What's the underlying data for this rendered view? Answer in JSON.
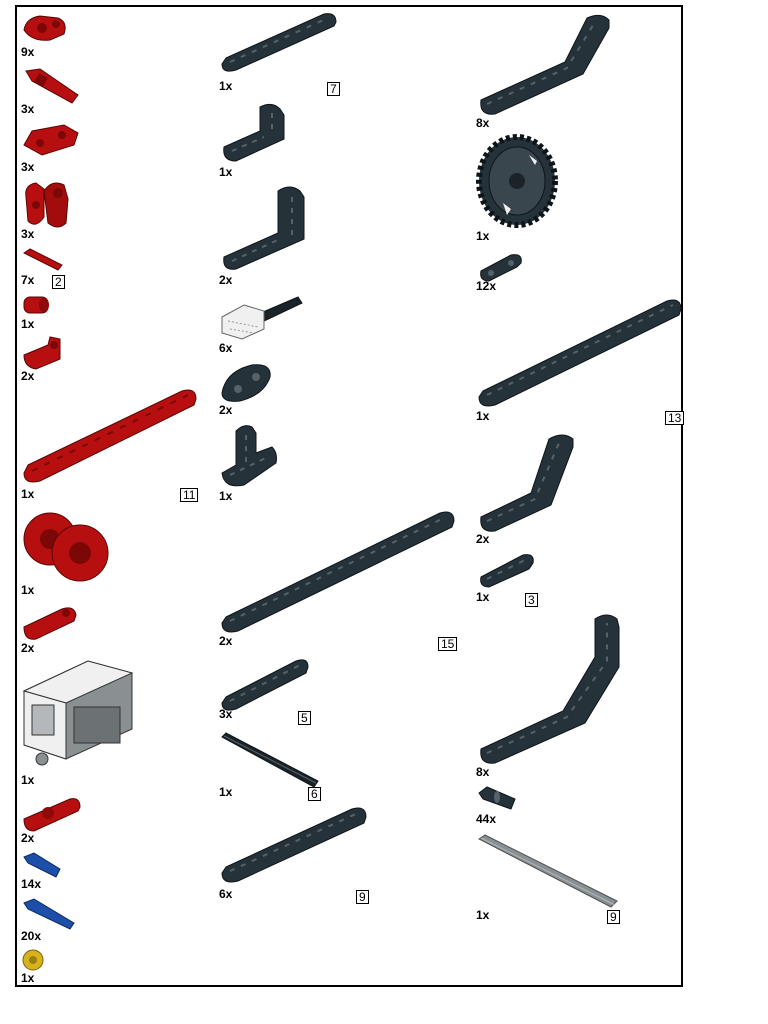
{
  "colors": {
    "red": "#b70f0f",
    "red_dark": "#7d0707",
    "dark_gray": "#26323a",
    "dark_gray_edge": "#0e1519",
    "blue": "#1e4fa8",
    "yellow": "#d8b21c",
    "light_gray": "#8a8f92",
    "white": "#f0f0f0"
  },
  "column_left": [
    {
      "qty": "9x",
      "icon": "cross-block-icon"
    },
    {
      "qty": "3x",
      "icon": "axle-pin-icon"
    },
    {
      "qty": "3x",
      "icon": "double-cross-block-icon"
    },
    {
      "qty": "3x",
      "icon": "perpendicular-connector-icon"
    },
    {
      "qty": "7x",
      "icon": "axle-icon",
      "length": "2"
    },
    {
      "qty": "1x",
      "icon": "bush-icon"
    },
    {
      "qty": "2x",
      "icon": "angle-connector-icon"
    },
    {
      "qty": "1x",
      "icon": "red-beam-icon",
      "length": "11"
    },
    {
      "qty": "1x",
      "icon": "wheel-hub-icon"
    },
    {
      "qty": "2x",
      "icon": "axle-pin-connector-icon"
    },
    {
      "qty": "1x",
      "icon": "motor-icon"
    },
    {
      "qty": "2x",
      "icon": "pin-connector-icon"
    },
    {
      "qty": "14x",
      "icon": "blue-pin-icon"
    },
    {
      "qty": "20x",
      "icon": "long-blue-pin-icon"
    },
    {
      "qty": "1x",
      "icon": "yellow-bush-icon"
    }
  ],
  "column_middle": [
    {
      "qty": "1x",
      "icon": "beam-icon",
      "length": "7"
    },
    {
      "qty": "1x",
      "icon": "angle-beam-small-icon"
    },
    {
      "qty": "2x",
      "icon": "angle-beam-icon"
    },
    {
      "qty": "6x",
      "icon": "cable-connector-icon"
    },
    {
      "qty": "2x",
      "icon": "panel-icon"
    },
    {
      "qty": "1x",
      "icon": "t-beam-icon"
    },
    {
      "qty": "2x",
      "icon": "long-beam-icon",
      "length": "15"
    },
    {
      "qty": "3x",
      "icon": "short-beam-icon",
      "length": "5"
    },
    {
      "qty": "1x",
      "icon": "axle-icon",
      "length": "6"
    },
    {
      "qty": "6x",
      "icon": "beam-icon",
      "length": "9"
    }
  ],
  "column_right": [
    {
      "qty": "8x",
      "icon": "bent-beam-icon"
    },
    {
      "qty": "1x",
      "icon": "gear-icon"
    },
    {
      "qty": "12x",
      "icon": "small-beam-icon"
    },
    {
      "qty": "1x",
      "icon": "long-beam-icon",
      "length": "13"
    },
    {
      "qty": "2x",
      "icon": "bent-beam-icon"
    },
    {
      "qty": "1x",
      "icon": "beam-icon",
      "length": "3"
    },
    {
      "qty": "8x",
      "icon": "tall-bent-beam-icon"
    },
    {
      "qty": "44x",
      "icon": "black-pin-icon"
    },
    {
      "qty": "1x",
      "icon": "gray-axle-icon",
      "length": "9"
    }
  ]
}
